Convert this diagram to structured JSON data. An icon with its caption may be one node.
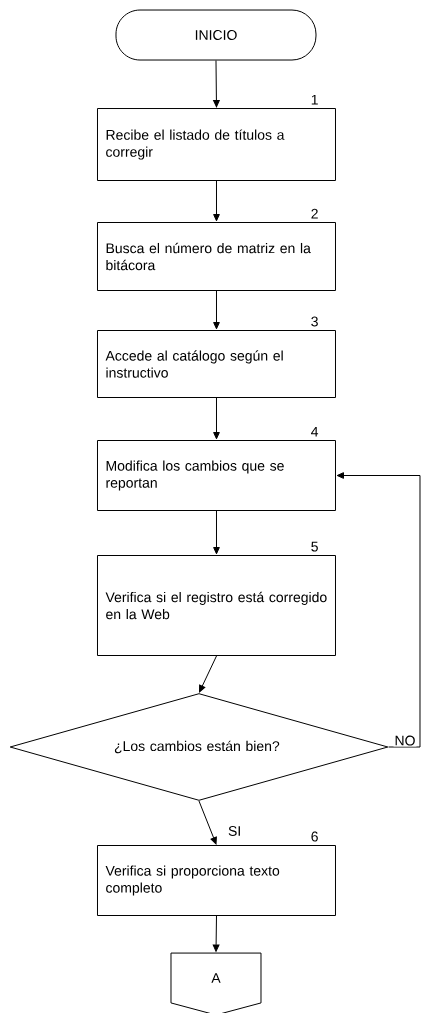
{
  "diagram": {
    "nodes": [
      {
        "text": [
          "INICIO"
        ]
      },
      {
        "text": [
          "Recibe el listado de títulos a corregir"
        ],
        "beside": [
          "1"
        ]
      },
      {
        "text": [
          "Busca el número de matriz en la bitácora"
        ],
        "beside": [
          "2"
        ]
      },
      {
        "text": [
          "Accede al catálogo según el instructivo"
        ],
        "beside": [
          "3"
        ]
      },
      {
        "text": [
          "Modifica los cambios que se reportan"
        ],
        "beside": [
          "4"
        ]
      },
      {
        "text": [
          "Verifica si el registro está corregido en la Web"
        ],
        "beside": [
          "5"
        ]
      },
      {
        "text": [
          "¿Los cambios están bien?"
        ]
      },
      {
        "text": [
          "Verifica si proporciona texto completo"
        ],
        "beside": [
          "6"
        ]
      },
      {
        "text": [
          "A"
        ]
      }
    ],
    "edges": [
      {
        "from": 0,
        "to": 1,
        "arrow": "to"
      },
      {
        "from": 1,
        "to": 2,
        "arrow": "to"
      },
      {
        "from": 2,
        "to": 3,
        "arrow": "to"
      },
      {
        "from": 3,
        "to": 4,
        "arrow": "to"
      },
      {
        "from": 4,
        "to": 5,
        "arrow": "to"
      },
      {
        "from": 5,
        "to": 6,
        "arrow": "to"
      },
      {
        "from": 6,
        "to": 7,
        "arrow": "to",
        "label": "SI"
      },
      {
        "from": 6,
        "to": 4,
        "arrow": "to",
        "label": "NO"
      },
      {
        "from": 7,
        "to": 8,
        "arrow": "to"
      }
    ]
  }
}
